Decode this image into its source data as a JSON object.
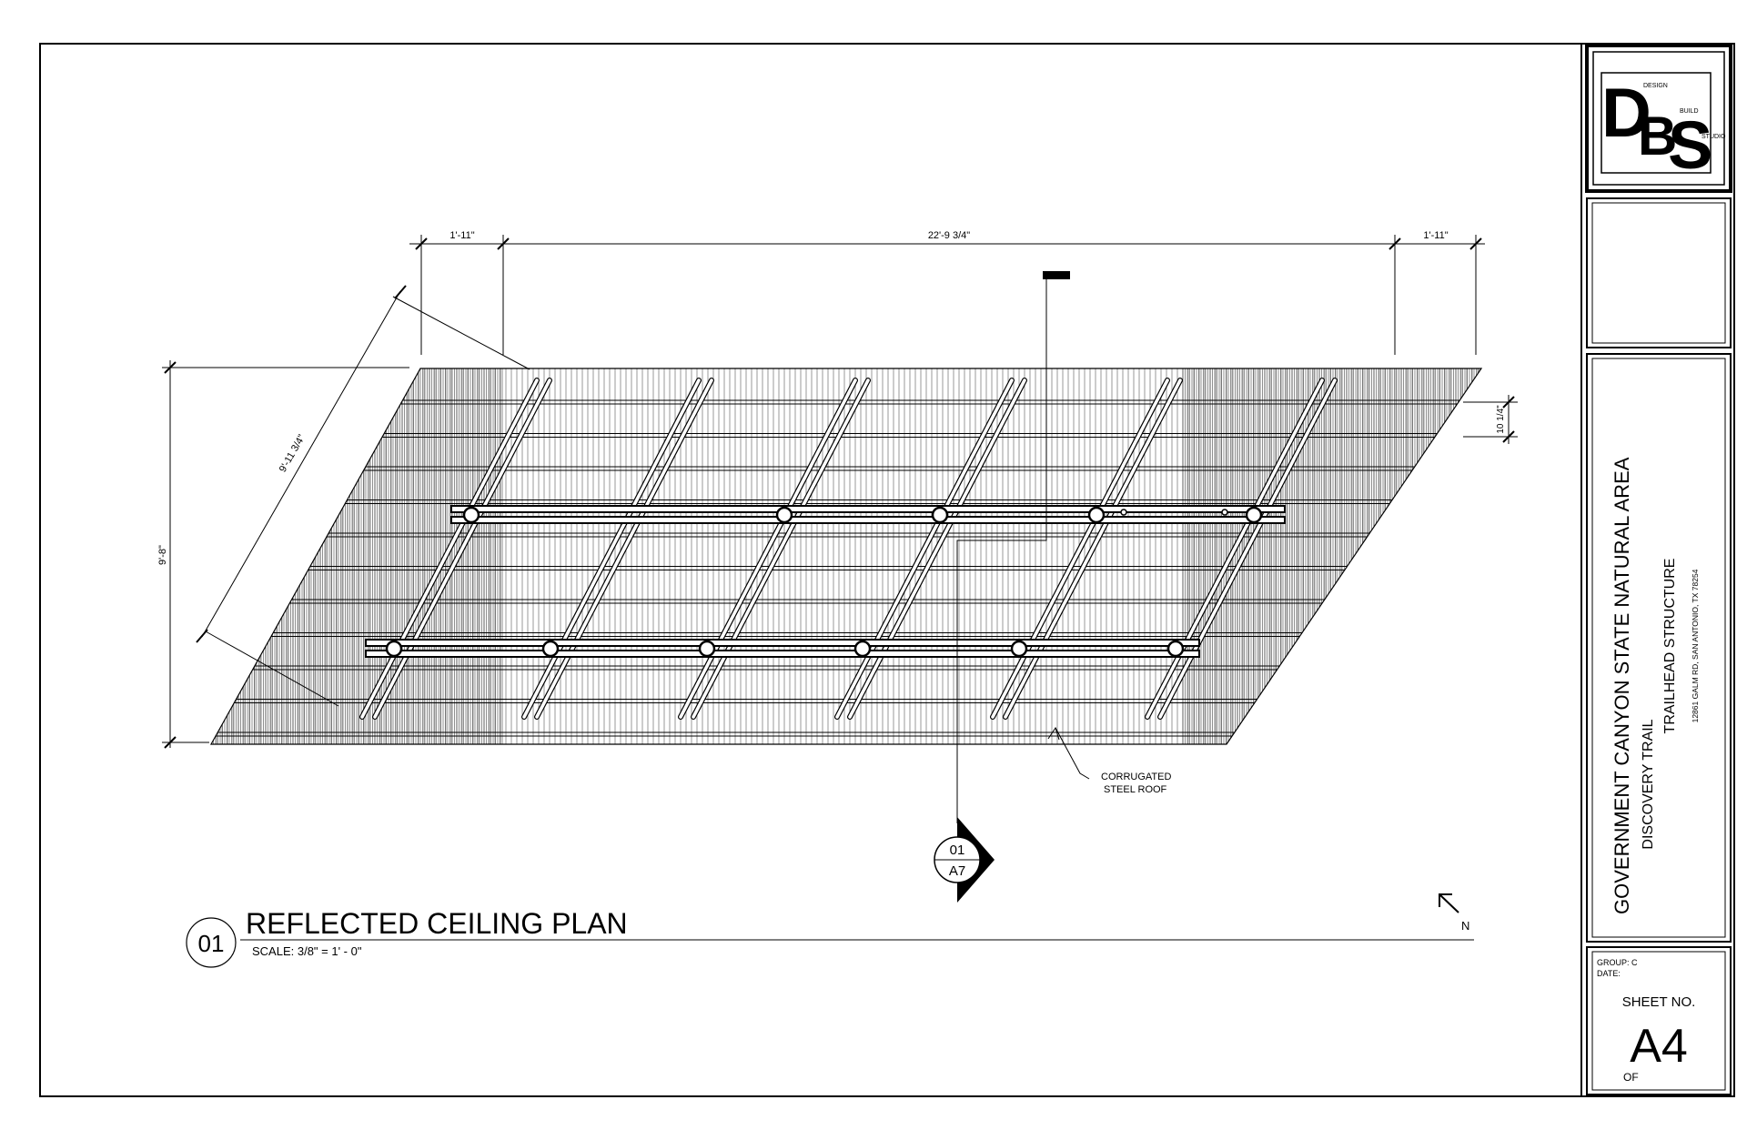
{
  "title_block": {
    "logo_letters": [
      "D",
      "B",
      "S"
    ],
    "logo_words": [
      "DESIGN",
      "BUILD",
      "STUDIO"
    ],
    "project_name": "GOVERNMENT CANYON STATE NATURAL AREA",
    "project_line2": "DISCOVERY TRAIL",
    "project_line3": "TRAILHEAD STRUCTURE",
    "address": "12861 GALM RD, SAN ANTONIO, TX 78254",
    "group": "GROUP: C",
    "date_label": "DATE:",
    "sheet_label": "SHEET NO.",
    "sheet_number": "A4",
    "of_label": "OF"
  },
  "drawing": {
    "number": "01",
    "title": "REFLECTED CEILING PLAN",
    "scale": "SCALE: 3/8\" = 1' - 0\"",
    "north": "N"
  },
  "dimensions": {
    "left_overhang": "1'-11\"",
    "span": "22'-9 3/4\"",
    "right_overhang": "1'-11\"",
    "diagonal": "9'-11 3/4\"",
    "height": "9'-8\"",
    "purlin_spacing": "10 1/4\""
  },
  "callout": {
    "line1": "CORRUGATED",
    "line2": "STEEL ROOF"
  },
  "section_marker": {
    "number": "01",
    "sheet": "A7"
  }
}
